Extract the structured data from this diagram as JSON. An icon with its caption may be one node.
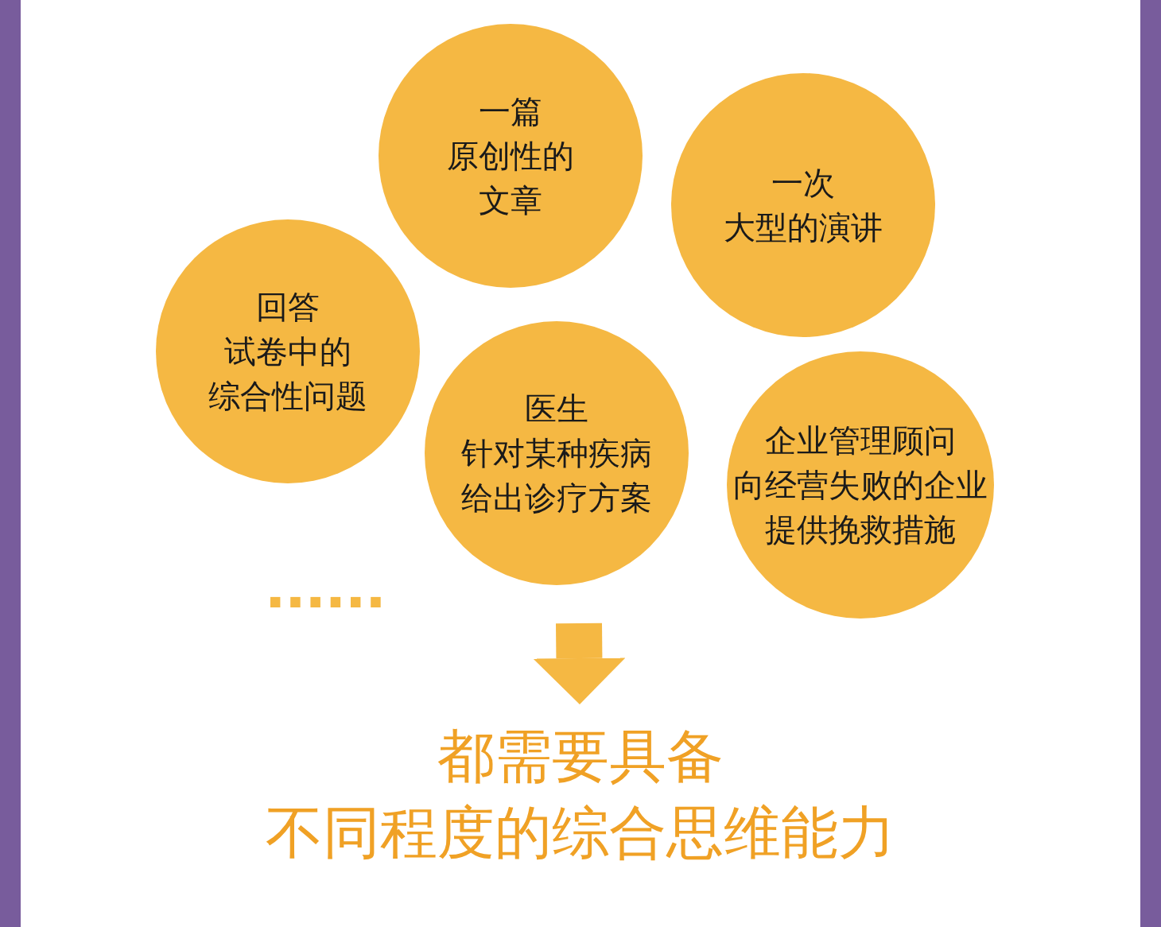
{
  "diagram": {
    "nodes": [
      {
        "text": [
          "一篇原创性的文章"
        ]
      },
      {
        "text": [
          "一次大型的演讲"
        ]
      },
      {
        "text": [
          "回答试卷中的综合性问题"
        ]
      },
      {
        "text": [
          "医生针对某种疾病给出诊疗方案"
        ]
      },
      {
        "text": [
          "企业管理顾问向经营失败的企业提供挽救措施"
        ]
      },
      {
        "text": [
          "都需要具备不同程度的综合思维能力"
        ]
      }
    ],
    "edges": [
      {
        "from": null,
        "to": 5,
        "arrow": "to"
      }
    ],
    "labels": [
      "......"
    ]
  }
}
